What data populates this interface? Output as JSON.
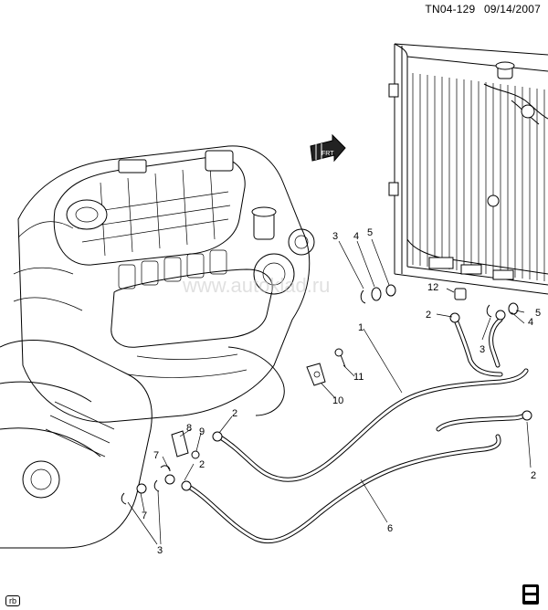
{
  "header": {
    "code": "TN04-129",
    "date": "09/14/2007"
  },
  "watermark": "www.autoklad.ru",
  "front_arrow_label": "FRT",
  "corner_tag": "rb",
  "callouts": [
    {
      "id": "c-3a",
      "label": "3"
    },
    {
      "id": "c-4a",
      "label": "4"
    },
    {
      "id": "c-5a",
      "label": "5"
    },
    {
      "id": "c-12",
      "label": "12"
    },
    {
      "id": "c-2a",
      "label": "2"
    },
    {
      "id": "c-1",
      "label": "1"
    },
    {
      "id": "c-3b",
      "label": "3"
    },
    {
      "id": "c-4b",
      "label": "4"
    },
    {
      "id": "c-5b",
      "label": "5"
    },
    {
      "id": "c-11",
      "label": "11"
    },
    {
      "id": "c-10",
      "label": "10"
    },
    {
      "id": "c-8",
      "label": "8"
    },
    {
      "id": "c-9",
      "label": "9"
    },
    {
      "id": "c-2b",
      "label": "2"
    },
    {
      "id": "c-7a",
      "label": "7"
    },
    {
      "id": "c-2c",
      "label": "2"
    },
    {
      "id": "c-7b",
      "label": "7"
    },
    {
      "id": "c-3c",
      "label": "3"
    },
    {
      "id": "c-6",
      "label": "6"
    },
    {
      "id": "c-2d",
      "label": "2"
    }
  ]
}
